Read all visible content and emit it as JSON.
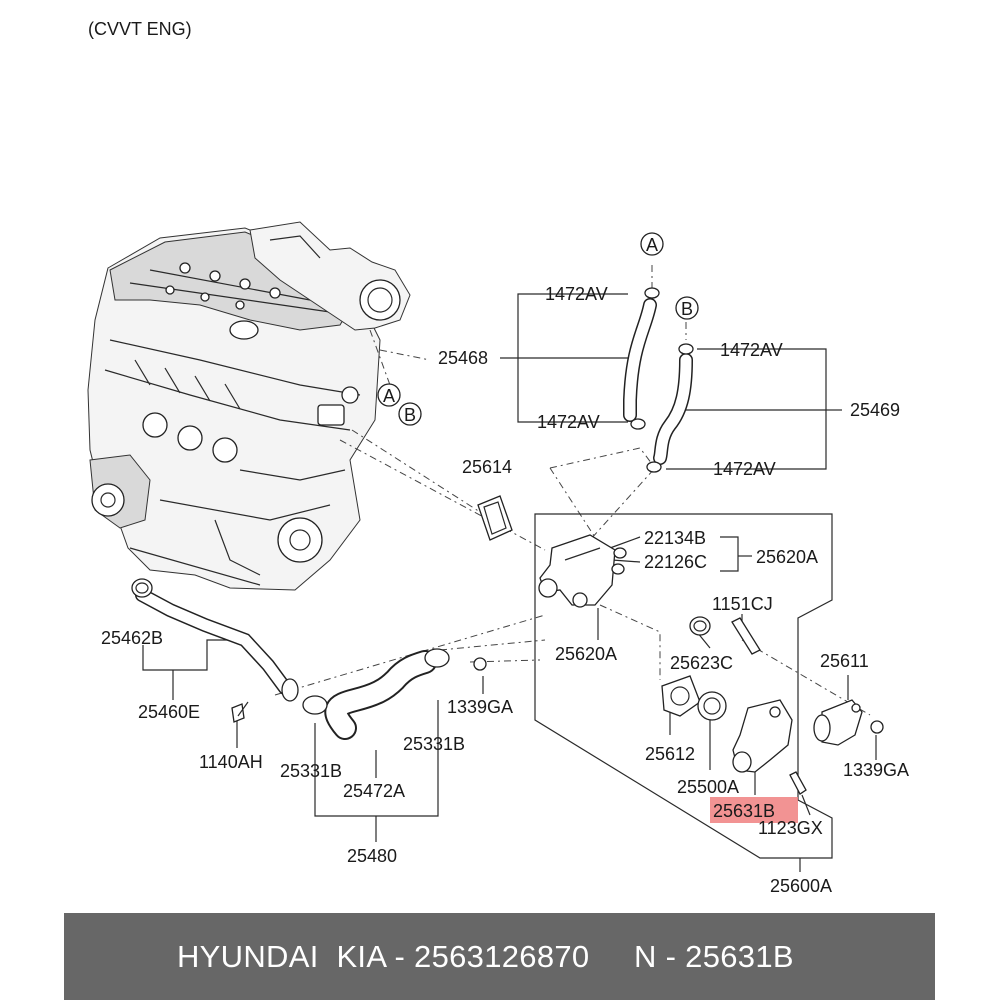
{
  "header": {
    "engine_label": "(CVVT ENG)"
  },
  "callouts": {
    "a": "A",
    "b": "B"
  },
  "part_labels": [
    {
      "id": "p-1472av-1",
      "text": "1472AV"
    },
    {
      "id": "p-1472av-2",
      "text": "1472AV"
    },
    {
      "id": "p-1472av-3",
      "text": "1472AV"
    },
    {
      "id": "p-1472av-4",
      "text": "1472AV"
    },
    {
      "id": "p-25468",
      "text": "25468"
    },
    {
      "id": "p-25469",
      "text": "25469"
    },
    {
      "id": "p-25614",
      "text": "25614"
    },
    {
      "id": "p-22134b",
      "text": "22134B"
    },
    {
      "id": "p-22126c",
      "text": "22126C"
    },
    {
      "id": "p-25620a-1",
      "text": "25620A"
    },
    {
      "id": "p-25620a-2",
      "text": "25620A"
    },
    {
      "id": "p-1151cj",
      "text": "1151CJ"
    },
    {
      "id": "p-25623c",
      "text": "25623C"
    },
    {
      "id": "p-25611",
      "text": "25611"
    },
    {
      "id": "p-25462b",
      "text": "25462B"
    },
    {
      "id": "p-25460e",
      "text": "25460E"
    },
    {
      "id": "p-1140ah",
      "text": "1140AH"
    },
    {
      "id": "p-25331b-1",
      "text": "25331B"
    },
    {
      "id": "p-25331b-2",
      "text": "25331B"
    },
    {
      "id": "p-25472a",
      "text": "25472A"
    },
    {
      "id": "p-25480",
      "text": "25480"
    },
    {
      "id": "p-1339ga-1",
      "text": "1339GA"
    },
    {
      "id": "p-1339ga-2",
      "text": "1339GA"
    },
    {
      "id": "p-25612",
      "text": "25612"
    },
    {
      "id": "p-25500a",
      "text": "25500A"
    },
    {
      "id": "p-25631b",
      "text": "25631B",
      "highlighted": true
    },
    {
      "id": "p-1123gx",
      "text": "1123GX"
    },
    {
      "id": "p-25600a",
      "text": "25600A"
    }
  ],
  "highlight_color": "#f08080",
  "footer": {
    "caption": "HYUNDAI  KIA - 2563126870     N - 25631B"
  }
}
